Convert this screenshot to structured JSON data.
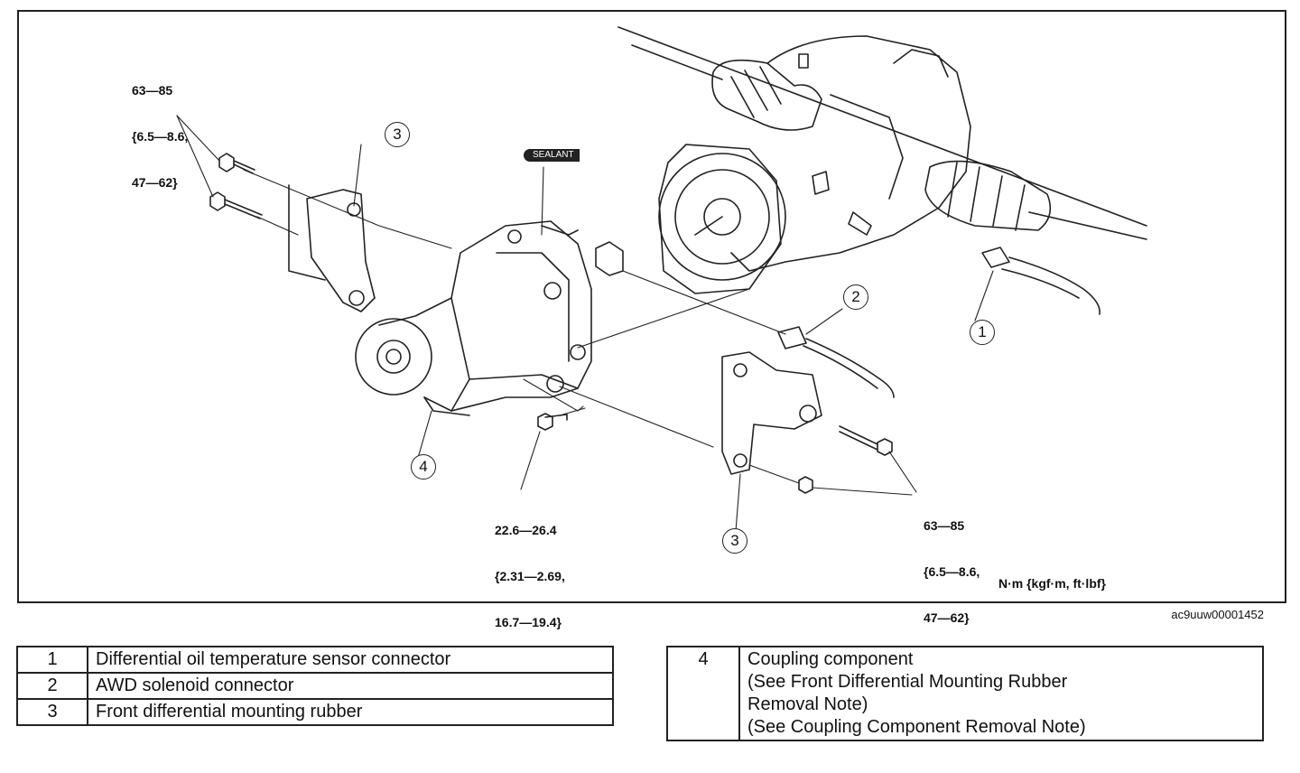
{
  "diagram": {
    "torque_labels": {
      "upper_left": [
        "63—85",
        "{6.5—8.6,",
        "47—62}"
      ],
      "bottom_center": [
        "22.6—26.4",
        "{2.31—2.69,",
        "16.7—19.4}"
      ],
      "bottom_right": [
        "63—85",
        "{6.5—8.6,",
        "47—62}"
      ]
    },
    "sealant_label": "SEALANT",
    "units": "N·m {kgf·m, ft·lbf}",
    "image_id": "ac9uuw00001452",
    "callouts": [
      "1",
      "2",
      "3",
      "3",
      "4"
    ]
  },
  "legend": {
    "left": [
      {
        "num": "1",
        "desc": "Differential oil temperature sensor connector"
      },
      {
        "num": "2",
        "desc": "AWD solenoid connector"
      },
      {
        "num": "3",
        "desc": "Front differential mounting rubber"
      }
    ],
    "right": [
      {
        "num": "4",
        "lines": [
          "Coupling component",
          "(See Front Differential Mounting Rubber",
          "Removal Note)",
          "(See Coupling Component Removal Note)"
        ]
      }
    ]
  }
}
